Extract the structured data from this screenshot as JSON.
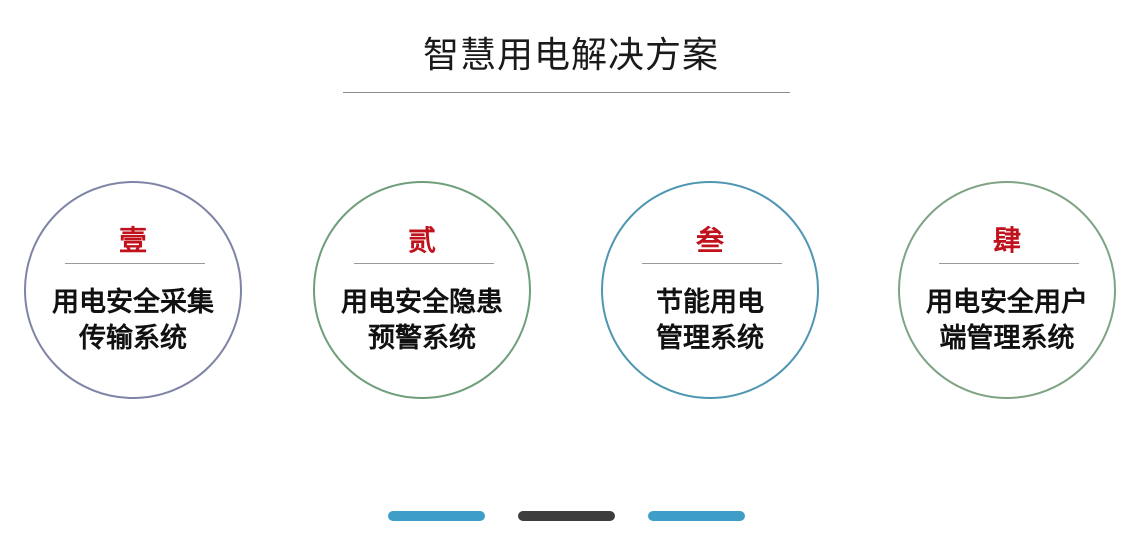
{
  "header": {
    "title": "智慧用电解决方案"
  },
  "solutions": [
    {
      "numeral": "壹",
      "line1": "用电安全采集",
      "line2": "传输系统"
    },
    {
      "numeral": "贰",
      "line1": "用电安全隐患",
      "line2": "预警系统"
    },
    {
      "numeral": "叁",
      "line1": "节能用电",
      "line2": "管理系统"
    },
    {
      "numeral": "肆",
      "line1": "用电安全用户",
      "line2": "端管理系统"
    }
  ],
  "pagination": {
    "dots": 3,
    "active_index": 1,
    "colors": {
      "inactive": "#3f9ec7",
      "active": "#3d3d3d"
    }
  },
  "colors": {
    "numeral": "#c0121c",
    "text": "#111111"
  }
}
